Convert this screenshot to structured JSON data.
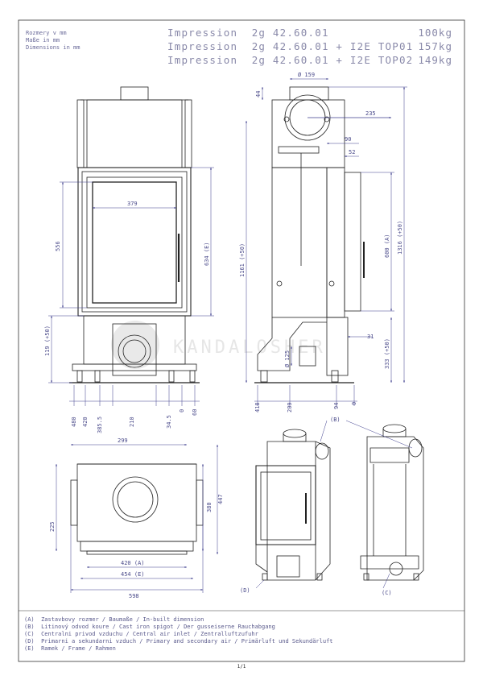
{
  "header": {
    "units": [
      "Rozmery v mm",
      "Maße in mm",
      "Dimensions in mm"
    ],
    "models": [
      {
        "name": "Impression  2g 42.60.01",
        "weight": "100kg"
      },
      {
        "name": "Impression  2g 42.60.01 + I2E TOP01",
        "weight": "157kg"
      },
      {
        "name": "Impression  2g 42.60.01 + I2E TOP02",
        "weight": "149kg"
      }
    ]
  },
  "front_view": {
    "dims": {
      "glass_width": "379",
      "height_556": "556",
      "height_634": "634 (E)",
      "height_119": "119 (+50)",
      "b480": "480",
      "b420": "420",
      "b385": "385.5",
      "b210": "210",
      "b34": "34.5",
      "b0": "0",
      "b60": "60"
    }
  },
  "side_view": {
    "dims": {
      "d159": "Ø 159",
      "d44": "44",
      "d235": "235",
      "d90": "90",
      "d52": "52",
      "d1161": "1161 (+50)",
      "d1316": "1316 (+50)",
      "d600": "600 (A)",
      "d31": "31",
      "d333": "333 (+50)",
      "d125": "Ø 125",
      "b418": "418",
      "b209": "209",
      "b94": "94",
      "b0": "0"
    }
  },
  "top_view": {
    "dims": {
      "d299": "299",
      "d225": "225",
      "d380": "380",
      "d447": "447",
      "d420": "420 (A)",
      "d454": "454 (E)",
      "d598": "598"
    }
  },
  "iso_views": {
    "labels": {
      "b": "(B)",
      "c": "(C)",
      "d": "(D)"
    }
  },
  "watermark": "KANDALOSHER",
  "legend": [
    "(A)  Zastavbovy rozmer / Baumaße / In-built dimension",
    "(B)  Litinový odvod koure / Cast iron spigot / Der gusseiserne Rauchabgang",
    "(C)  Centralni privod vzduchu / Central air inlet / Zentralluftzufuhr",
    "(D)  Primarni a sekundarni vzduch / Primary and secondary air / Primärluft und Sekundärluft",
    "(E)  Ramek / Frame / Rahmen"
  ],
  "footer": {
    "page": "1/1"
  },
  "colors": {
    "line": "#222222",
    "dim": "#3c3c8c",
    "dimtext": "#4a4a8a",
    "frame": "#333333"
  }
}
